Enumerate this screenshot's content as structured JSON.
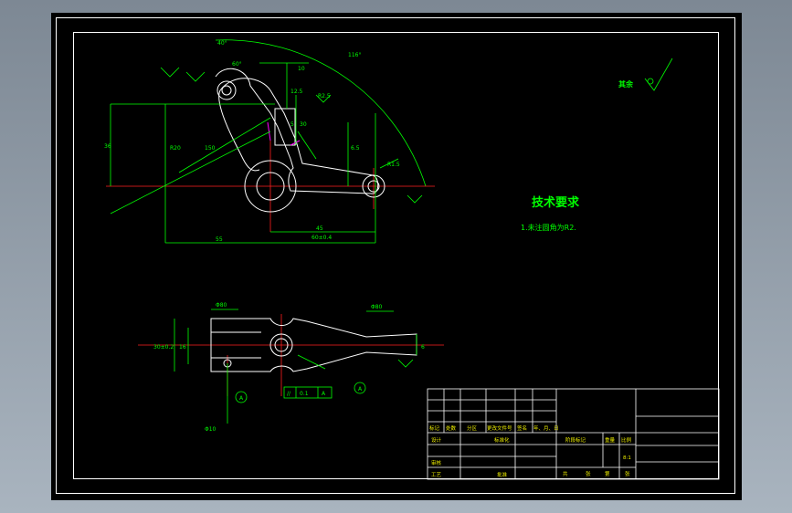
{
  "technical_requirements": {
    "heading": "技术要求",
    "item_1": "1.未注圆角为R2."
  },
  "roughness_note": "其余",
  "dimensions": {
    "top_view": [
      "10",
      "12.5",
      "R2.5",
      "5",
      "30",
      "6.5",
      "R20",
      "36",
      "150",
      "R1.5",
      "55",
      "45",
      "60±0.4",
      "116°",
      "40°",
      "60°"
    ],
    "bottom_view": [
      "Φ80",
      "Φ80",
      "Φ10",
      "30±0.2",
      "16",
      "6"
    ]
  },
  "tolerance_frame": {
    "symbol": "//",
    "value": "0.1",
    "datum": "A"
  },
  "datum_label": "A",
  "title_block": {
    "row_labels": [
      "标记",
      "处数",
      "分区",
      "更改文件号",
      "签名",
      "年、月、日"
    ],
    "designer_label": "设计",
    "standardization_label": "标准化",
    "review_label": "审核",
    "process_label": "工艺",
    "approval_label": "批准",
    "stage_label": "阶段标记",
    "weight_label": "重量",
    "scale_label": "比例",
    "scale_value": "8:1",
    "sheet_labels": [
      "共",
      "张",
      "第",
      "张"
    ]
  }
}
